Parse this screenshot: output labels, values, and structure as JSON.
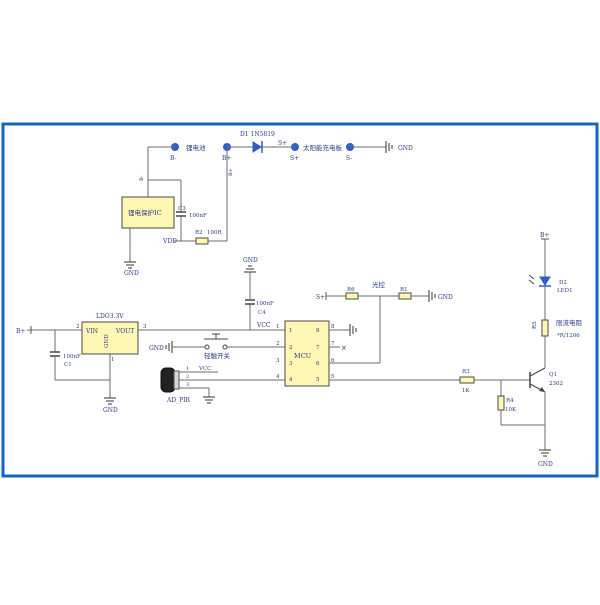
{
  "frame_color": "#1565c0",
  "component_fill": "#fff7b3",
  "terminal_color": "#2d5fc8",
  "power_section": {
    "battery_label": "锂电池",
    "b_minus": "B-",
    "b_plus": "B+",
    "diode_label": "D1 1N5819",
    "s_plus": "S+",
    "panel_label": "太阳能充电板",
    "s_minus": "S-",
    "gnd": "GND",
    "protect_ic": "锂电保护IC",
    "vdd": "VDD",
    "c3_name": "C3",
    "c3_value": "100nF",
    "r2_name": "R2",
    "r2_value": "100R",
    "gnd_bottom": "GND",
    "b_minus_pin": "B-",
    "b_plus_pin": "B+"
  },
  "mcu_section": {
    "b_plus": "B+",
    "ldo_label": "LDO3.3V",
    "vin": "VIN",
    "vout": "VOUT",
    "ldo_gnd": "GND",
    "pin2": "2",
    "pin3": "3",
    "pin1": "1",
    "c1_value": "100nF",
    "c1_name": "C1",
    "gnd1": "GND",
    "gnd_top": "GND",
    "c4_value": "100nF",
    "c4_name": "C4",
    "vcc": "VCC",
    "switch_gnd": "GND",
    "switch_label": "轻触开关",
    "pir_vcc": "VCC",
    "pir_label": "AD_PIR",
    "pir_pins": [
      "1",
      "2",
      "3"
    ],
    "mcu_label": "MCU",
    "mcu_left_pins": [
      "1",
      "2",
      "3",
      "4"
    ],
    "mcu_right_pins": [
      "8",
      "7",
      "6",
      "5"
    ],
    "s_plus": "S+",
    "r6": "R6",
    "light_label": "光控",
    "r1": "R1",
    "gnd_right": "GND"
  },
  "led_section": {
    "b_plus": "B+",
    "d2_name": "D2",
    "d2_label": "LED1",
    "r5": "R5",
    "r5_desc": "限流电阻",
    "r5_pkg": "*R/1206",
    "q1_name": "Q1",
    "q1_part": "2302",
    "r3": "R3",
    "r3_value": "1K",
    "r4": "R4",
    "r4_value": "10K",
    "gnd": "GND"
  }
}
